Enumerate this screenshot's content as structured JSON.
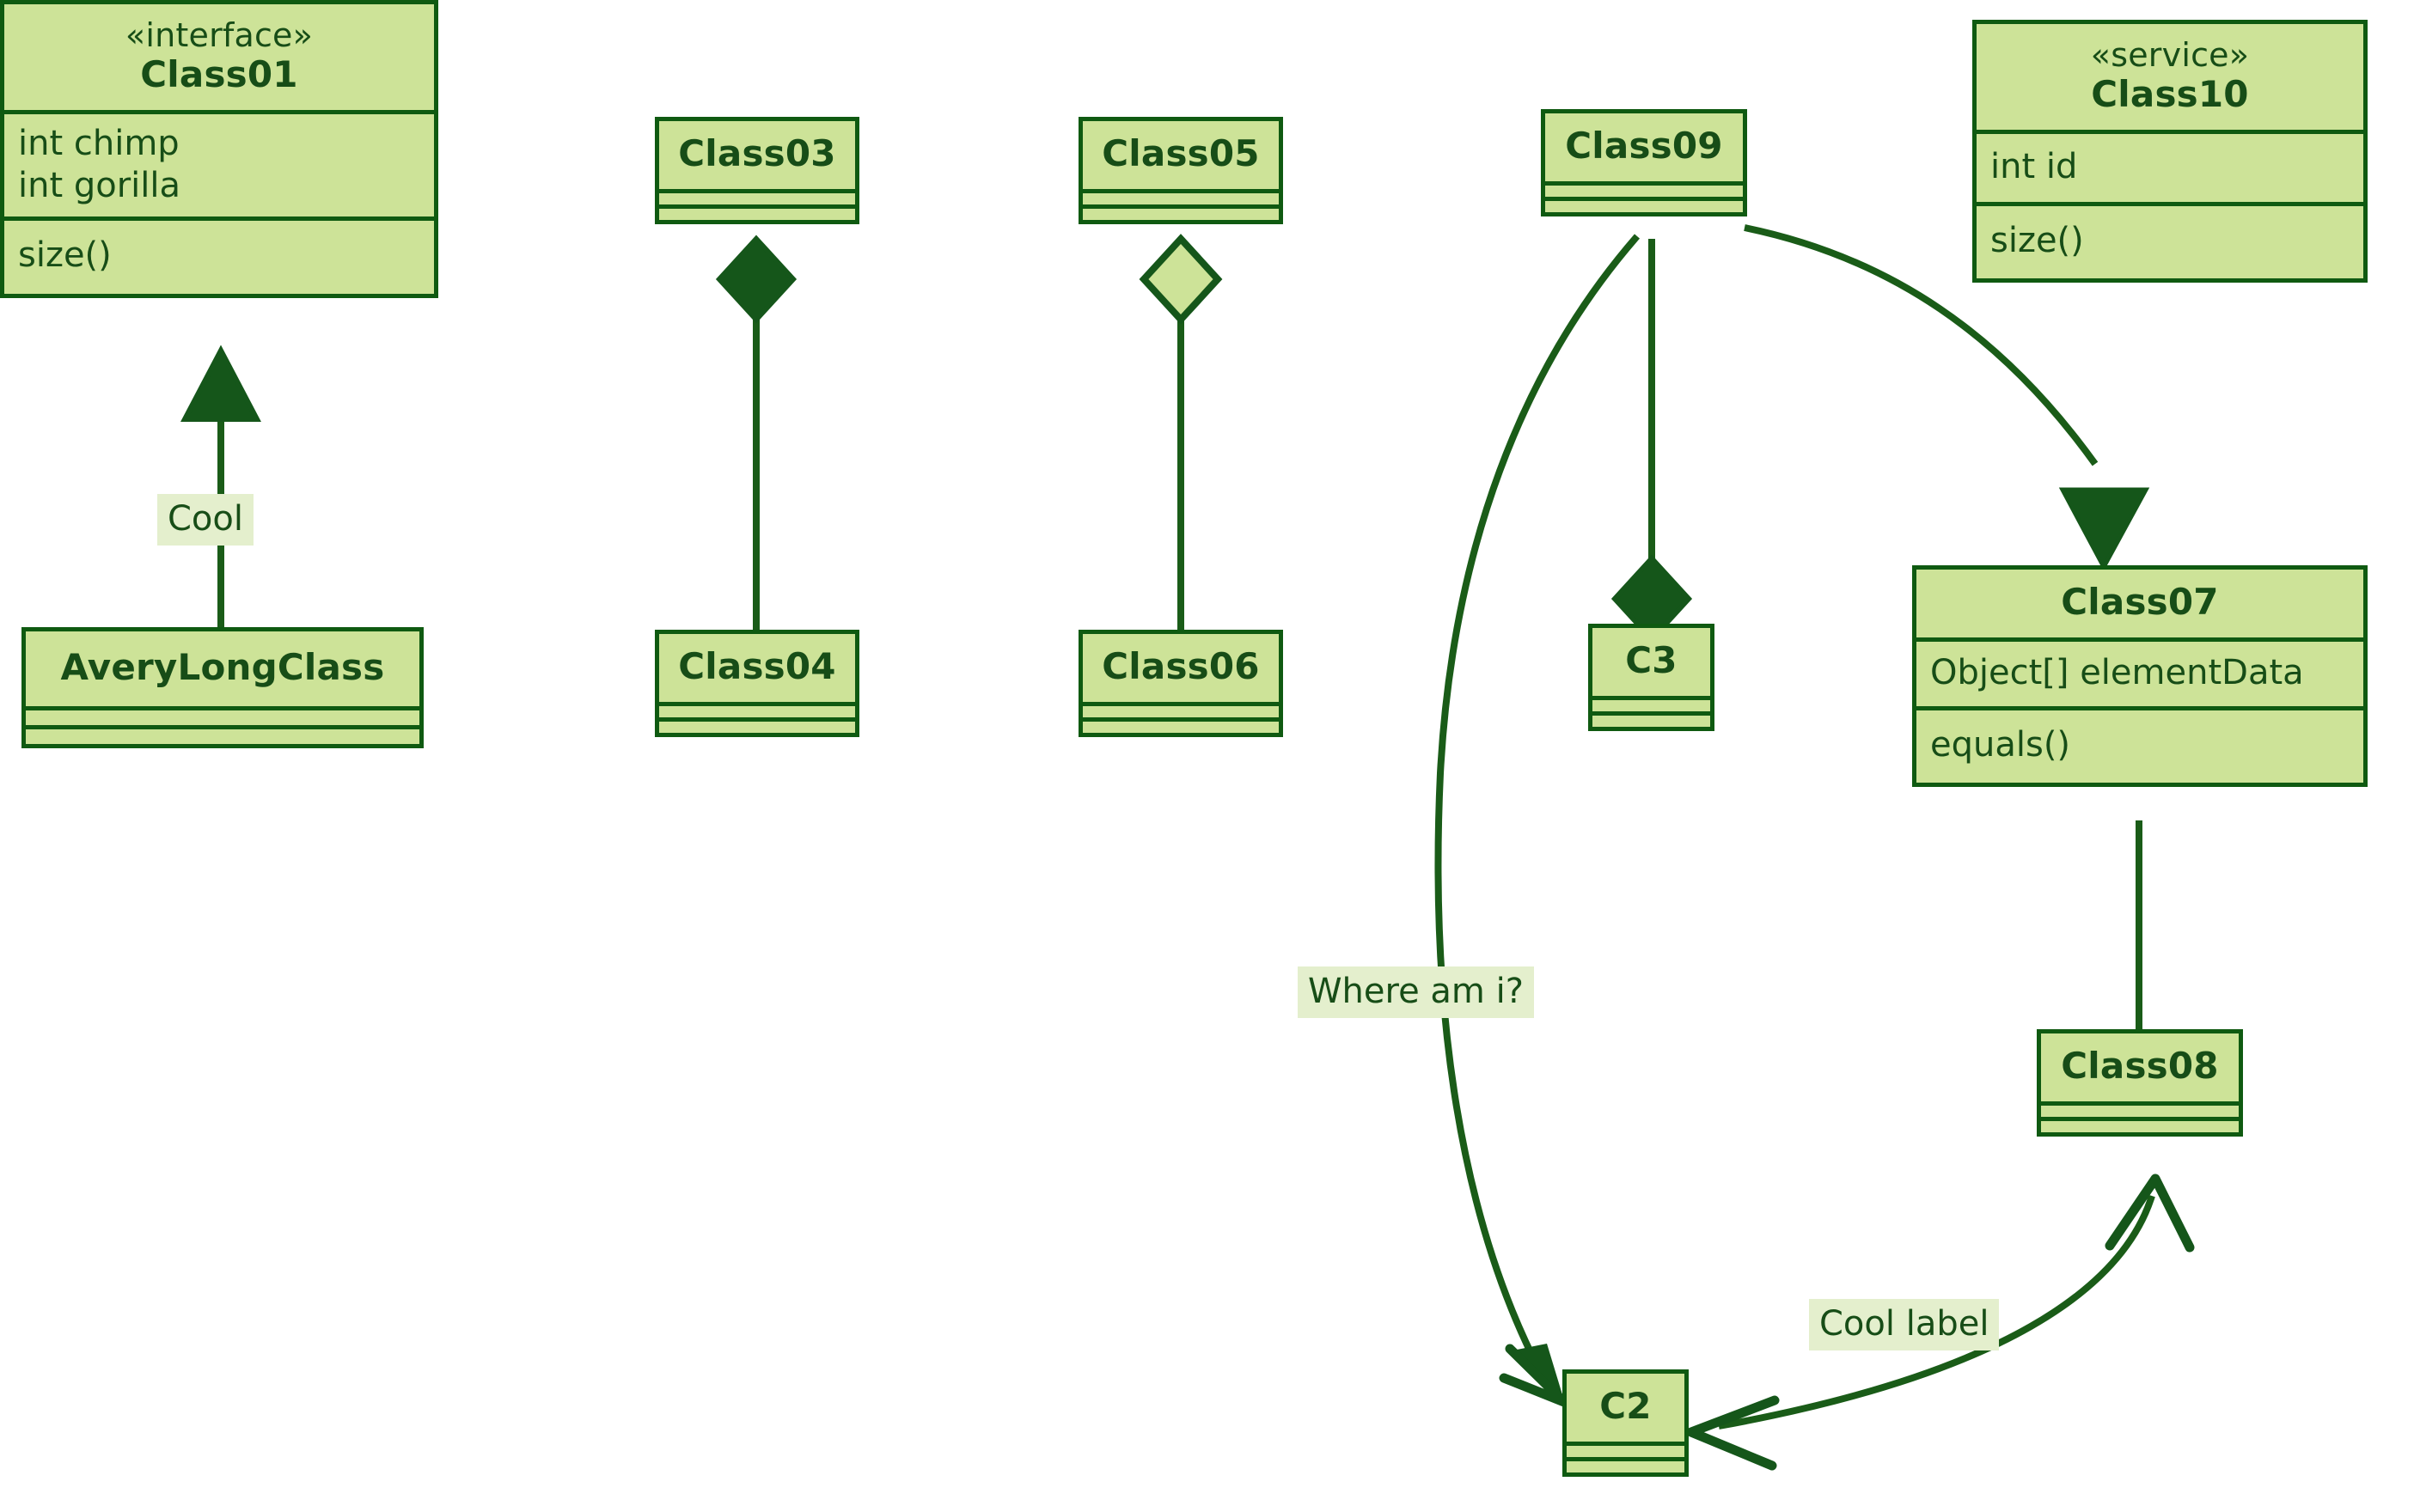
{
  "diagram": {
    "type": "uml-class-diagram",
    "colors": {
      "class_fill": "#cde398",
      "class_border": "#0f5a11",
      "text": "#174d17",
      "edge": "#1a5c18",
      "label_background": "#e4efcd",
      "canvas_background": "#ffffff"
    }
  },
  "classes": [
    {
      "id": "Class01",
      "stereotype": "«interface»",
      "name": "Class01",
      "attributes": [
        "int chimp",
        "int gorilla"
      ],
      "methods": [
        "size()"
      ]
    },
    {
      "id": "AveryLongClass",
      "stereotype": "",
      "name": "AveryLongClass",
      "attributes": [],
      "methods": []
    },
    {
      "id": "Class03",
      "stereotype": "",
      "name": "Class03",
      "attributes": [],
      "methods": []
    },
    {
      "id": "Class04",
      "stereotype": "",
      "name": "Class04",
      "attributes": [],
      "methods": []
    },
    {
      "id": "Class05",
      "stereotype": "",
      "name": "Class05",
      "attributes": [],
      "methods": []
    },
    {
      "id": "Class06",
      "stereotype": "",
      "name": "Class06",
      "attributes": [],
      "methods": []
    },
    {
      "id": "Class09",
      "stereotype": "",
      "name": "Class09",
      "attributes": [],
      "methods": []
    },
    {
      "id": "Class10",
      "stereotype": "«service»",
      "name": "Class10",
      "attributes": [
        "int id"
      ],
      "methods": [
        "size()"
      ]
    },
    {
      "id": "C3",
      "stereotype": "",
      "name": "C3",
      "attributes": [],
      "methods": []
    },
    {
      "id": "Class07",
      "stereotype": "",
      "name": "Class07",
      "attributes": [
        "Object[] elementData"
      ],
      "methods": [
        "equals()"
      ]
    },
    {
      "id": "Class08",
      "stereotype": "",
      "name": "Class08",
      "attributes": [],
      "methods": []
    },
    {
      "id": "C2",
      "stereotype": "",
      "name": "C2",
      "attributes": [],
      "methods": []
    }
  ],
  "relationships": [
    {
      "from": "AveryLongClass",
      "to": "Class01",
      "kind": "inheritance",
      "label": "Cool"
    },
    {
      "from": "Class03",
      "to": "Class04",
      "kind": "composition",
      "label": ""
    },
    {
      "from": "Class05",
      "to": "Class06",
      "kind": "aggregation",
      "label": ""
    },
    {
      "from": "Class09",
      "to": "C2",
      "kind": "association",
      "label": "Where am i?"
    },
    {
      "from": "Class09",
      "to": "C3",
      "kind": "composition",
      "label": ""
    },
    {
      "from": "Class09",
      "to": "Class07",
      "kind": "inheritance-solid-arrow",
      "label": ""
    },
    {
      "from": "Class07",
      "to": "Class08",
      "kind": "link",
      "label": ""
    },
    {
      "from": "Class08",
      "to": "C2",
      "kind": "bidirectional-association",
      "label": "Cool label"
    }
  ],
  "edge_labels": {
    "cool": "Cool",
    "where_am_i": "Where am i?",
    "cool_label": "Cool label"
  }
}
